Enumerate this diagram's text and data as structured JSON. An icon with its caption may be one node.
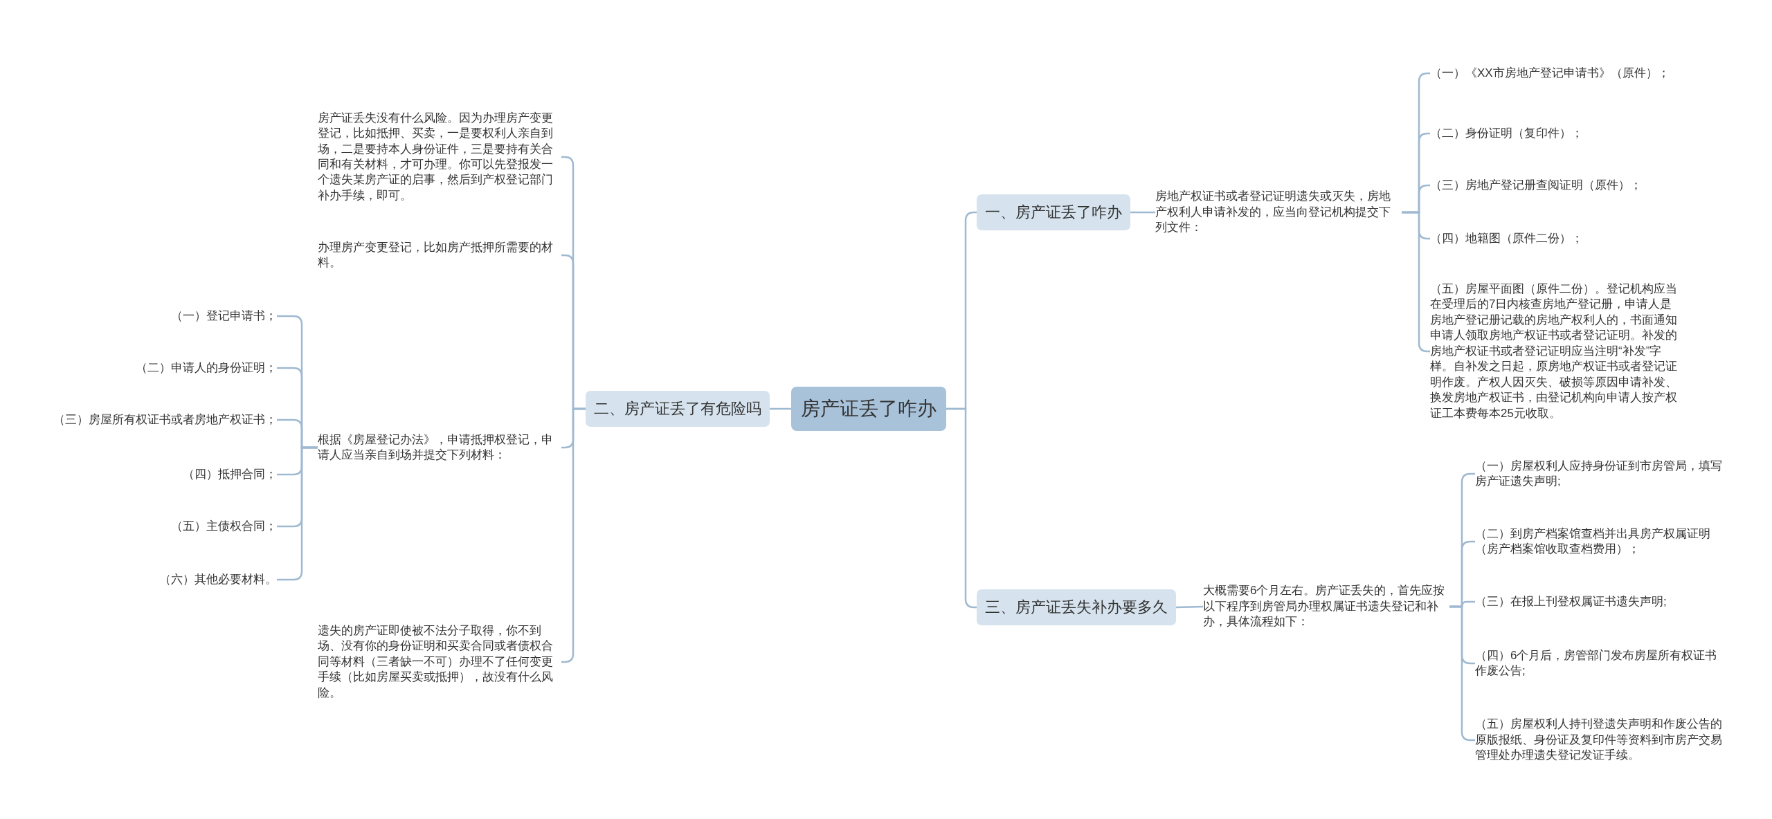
{
  "diagram": {
    "nodes": [
      {
        "text": [
          "房产证丢了咋办"
        ]
      },
      {
        "text": [
          "一、房产证丢了咋办"
        ]
      },
      {
        "text": [
          "房地产权证书或者登记证明遗失或灭失，房地产权利人申请补发的，应当向登记机构提交下列文件："
        ]
      },
      {
        "text": [
          "（一）《XX市房地产登记申请书》（原件）；"
        ]
      },
      {
        "text": [
          "（二）身份证明（复印件）；"
        ]
      },
      {
        "text": [
          "（三）房地产登记册查阅证明（原件）；"
        ]
      },
      {
        "text": [
          "（四）地籍图（原件二份）；"
        ]
      },
      {
        "text": [
          "（五）房屋平面图（原件二份）。登记机构应当在受理后的7日内核查房地产登记册，申请人是房地产登记册记载的房地产权利人的，书面通知申请人领取房地产权证书或者登记证明。补发的房地产权证书或者登记证明应当注明“补发”字样。自补发之日起，原房地产权证书或者登记证明作废。产权人因灭失、破损等原因申请补发、换发房地产权证书，由登记机构向申请人按产权证工本费每本25元收取。"
        ]
      },
      {
        "text": [
          "二、房产证丢了有危险吗"
        ]
      },
      {
        "text": [
          "房产证丢失没有什么风险。因为办理房产变更登记，比如抵押、买卖，一是要权利人亲自到场，二是要持本人身份证件，三是要持有关合同和有关材料，才可办理。你可以先登报发一个遗失某房产证的启事，然后到产权登记部门补办手续，即可。"
        ]
      },
      {
        "text": [
          "办理房产变更登记，比如房产抵押所需要的材料。"
        ]
      },
      {
        "text": [
          "根据《房屋登记办法》，申请抵押权登记，申请人应当亲自到场并提交下列材料："
        ]
      },
      {
        "text": [
          "（一）登记申请书；"
        ]
      },
      {
        "text": [
          "（二）申请人的身份证明；"
        ]
      },
      {
        "text": [
          "（三）房屋所有权证书或者房地产权证书；"
        ]
      },
      {
        "text": [
          "（四）抵押合同；"
        ]
      },
      {
        "text": [
          "（五）主债权合同；"
        ]
      },
      {
        "text": [
          "（六）其他必要材料。"
        ]
      },
      {
        "text": [
          "遗失的房产证即使被不法分子取得，你不到场、没有你的身份证明和买卖合同或者债权合同等材料（三者缺一不可）办理不了任何变更手续（比如房屋买卖或抵押），故没有什么风险。"
        ]
      },
      {
        "text": [
          "三、房产证丢失补办要多久"
        ]
      },
      {
        "text": [
          "大概需要6个月左右。房产证丢失的，首先应按以下程序到房管局办理权属证书遗失登记和补办，具体流程如下："
        ]
      },
      {
        "text": [
          "（一）房屋权利人应持身份证到市房管局，填写房产证遗失声明;"
        ]
      },
      {
        "text": [
          "（二）到房产档案馆查档并出具房产权属证明（房产档案馆收取查档费用）；"
        ]
      },
      {
        "text": [
          "（三）在报上刊登权属证书遗失声明;"
        ]
      },
      {
        "text": [
          "（四）6个月后，房管部门发布房屋所有权证书作废公告;"
        ]
      },
      {
        "text": [
          "（五）房屋权利人持刊登遗失声明和作废公告的原版报纸、身份证及复印件等资料到市房产交易管理处办理遗失登记发证手续。"
        ]
      }
    ],
    "edges": [
      {
        "from": 0,
        "to": 1,
        "arrow": "none"
      },
      {
        "from": 1,
        "to": 2,
        "arrow": "none"
      },
      {
        "from": 2,
        "to": 3,
        "arrow": "none"
      },
      {
        "from": 2,
        "to": 4,
        "arrow": "none"
      },
      {
        "from": 2,
        "to": 5,
        "arrow": "none"
      },
      {
        "from": 2,
        "to": 6,
        "arrow": "none"
      },
      {
        "from": 2,
        "to": 7,
        "arrow": "none"
      },
      {
        "from": 0,
        "to": 8,
        "arrow": "none"
      },
      {
        "from": 8,
        "to": 9,
        "arrow": "none"
      },
      {
        "from": 8,
        "to": 10,
        "arrow": "none"
      },
      {
        "from": 8,
        "to": 11,
        "arrow": "none"
      },
      {
        "from": 11,
        "to": 12,
        "arrow": "none"
      },
      {
        "from": 11,
        "to": 13,
        "arrow": "none"
      },
      {
        "from": 11,
        "to": 14,
        "arrow": "none"
      },
      {
        "from": 11,
        "to": 15,
        "arrow": "none"
      },
      {
        "from": 11,
        "to": 16,
        "arrow": "none"
      },
      {
        "from": 11,
        "to": 17,
        "arrow": "none"
      },
      {
        "from": 8,
        "to": 18,
        "arrow": "none"
      },
      {
        "from": 0,
        "to": 19,
        "arrow": "none"
      },
      {
        "from": 19,
        "to": 20,
        "arrow": "none"
      },
      {
        "from": 20,
        "to": 21,
        "arrow": "none"
      },
      {
        "from": 20,
        "to": 22,
        "arrow": "none"
      },
      {
        "from": 20,
        "to": 23,
        "arrow": "none"
      },
      {
        "from": 20,
        "to": 24,
        "arrow": "none"
      },
      {
        "from": 20,
        "to": 25,
        "arrow": "none"
      }
    ]
  }
}
